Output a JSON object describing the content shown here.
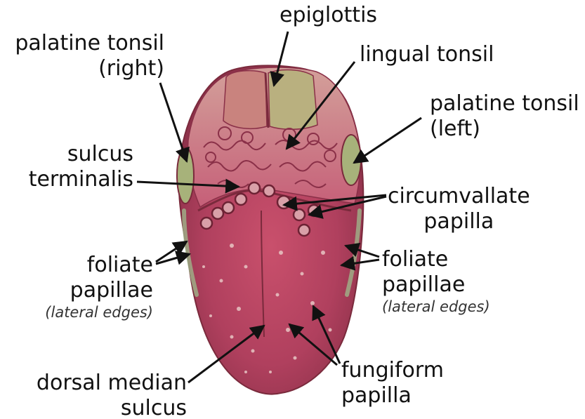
{
  "labels": {
    "epiglottis": "epiglottis",
    "palatine_tonsil_right": {
      "line1": "palatine tonsil",
      "line2": "(right)"
    },
    "lingual_tonsil": "lingual tonsil",
    "palatine_tonsil_left": {
      "line1": "palatine tonsil",
      "line2": "(left)"
    },
    "sulcus_terminalis": {
      "line1": "sulcus",
      "line2": "terminalis"
    },
    "circumvallate_papilla": {
      "line1": "circumvallate",
      "line2": "papilla"
    },
    "foliate_papillae_left": {
      "line1": "foliate",
      "line2": "papillae",
      "note": "(lateral edges)"
    },
    "foliate_papillae_right": {
      "line1": "foliate",
      "line2": "papillae",
      "note": "(lateral edges)"
    },
    "dorsal_median_sulcus": {
      "line1": "dorsal median",
      "line2": "sulcus"
    },
    "fungiform_papilla": {
      "line1": "fungiform",
      "line2": "papilla"
    }
  },
  "colors": {
    "tongue_body": "#b0405e",
    "tongue_root": "#c7607a",
    "tonsil_green": "#a7b27a",
    "arrow": "#111111"
  }
}
